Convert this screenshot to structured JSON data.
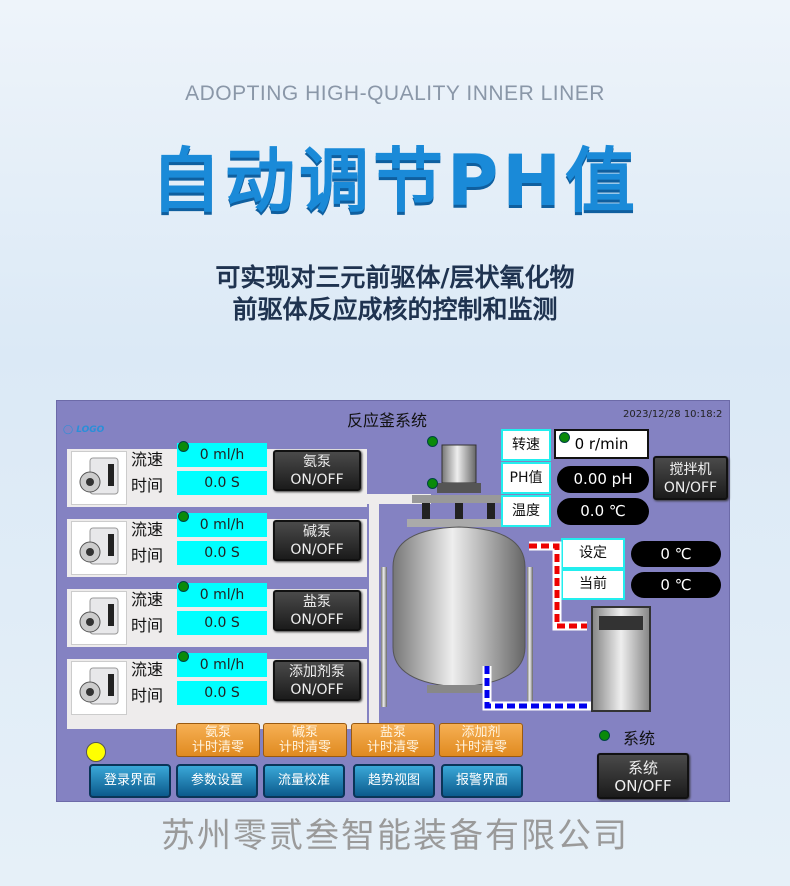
{
  "eyebrow": "ADOPTING HIGH-QUALITY INNER LINER",
  "title": "自动调节PH值",
  "subtitle": [
    "可实现对三元前驱体/层状氧化物",
    "前驱体反应成核的控制和监测"
  ],
  "hmi": {
    "title": "反应釜系统",
    "datetime": "2023/12/28  10:18:2",
    "logo": "LOGO",
    "flow_label": "流速",
    "time_label": "时间",
    "pumps": [
      {
        "flow": "0 ml/h",
        "time": "0.0 S",
        "button": "氨泵",
        "onoff": "ON/OFF"
      },
      {
        "flow": "0 ml/h",
        "time": "0.0 S",
        "button": "碱泵",
        "onoff": "ON/OFF"
      },
      {
        "flow": "0 ml/h",
        "time": "0.0 S",
        "button": "盐泵",
        "onoff": "ON/OFF"
      },
      {
        "flow": "0 ml/h",
        "time": "0.0 S",
        "button": "添加剂泵",
        "onoff": "ON/OFF"
      }
    ],
    "speed_label": "转速",
    "speed": "0 r/min",
    "ph_label": "PH值",
    "ph": "0.00 pH",
    "temp_label": "温度",
    "temp": "0.0 ℃",
    "mixer": "搅拌机",
    "mixer_onoff": "ON/OFF",
    "set_label": "设定",
    "set_temp": "0 ℃",
    "cur_label": "当前",
    "cur_temp": "0 ℃",
    "reset_buttons": [
      {
        "a": "氨泵",
        "b": "计时清零"
      },
      {
        "a": "碱泵",
        "b": "计时清零"
      },
      {
        "a": "盐泵",
        "b": "计时清零"
      },
      {
        "a": "添加剂",
        "b": "计时清零"
      }
    ],
    "nav_buttons": [
      "登录界面",
      "参数设置",
      "流量校准",
      "趋势视图",
      "报警界面"
    ],
    "system_label": "系统",
    "system_button": "系统",
    "system_onoff": "ON/OFF"
  },
  "watermark": "苏州零贰叁智能装备有限公司"
}
